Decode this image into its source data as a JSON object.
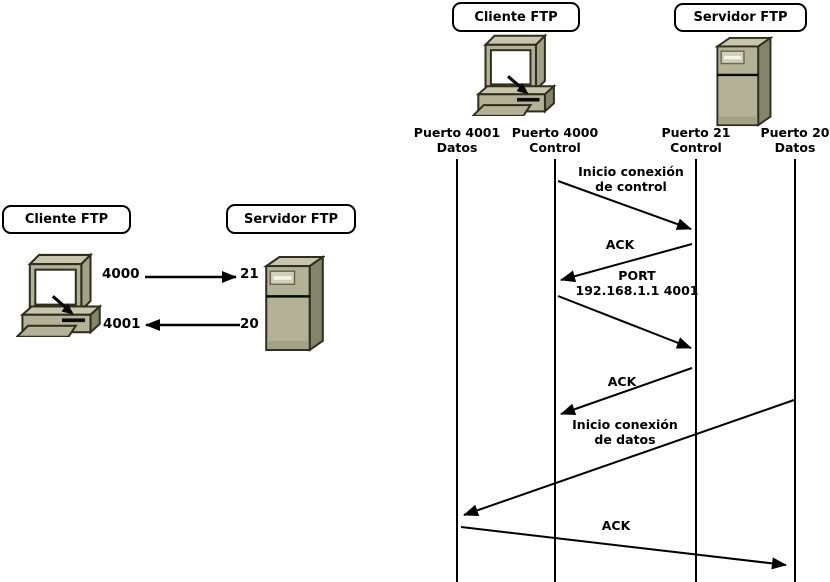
{
  "title": "FTP active mode connection diagram",
  "colors": {
    "background": "#ffffff",
    "line": "#000000",
    "box_fill": "#ffffff",
    "box_border": "#000000",
    "machine_front": "#b3b296",
    "machine_top": "#c7c6ad",
    "machine_side": "#84846a",
    "machine_outline": "#2e2d1e",
    "screen": "#ffffff"
  },
  "left_diagram": {
    "client_label": "Cliente FTP",
    "server_label": "Servidor FTP",
    "client_icon": "desktop-computer-icon",
    "server_icon": "server-tower-icon",
    "control_connection": {
      "from_port": "4000",
      "to_port": "21"
    },
    "data_connection": {
      "from_port": "4001",
      "to_port": "20"
    }
  },
  "sequence_diagram": {
    "client_label": "Cliente FTP",
    "server_label": "Servidor FTP",
    "client_icon": "desktop-computer-icon",
    "server_icon": "server-tower-icon",
    "lifelines": [
      {
        "title": "Puerto 4001",
        "subtitle": "Datos"
      },
      {
        "title": "Puerto 4000",
        "subtitle": "Control"
      },
      {
        "title": "Puerto 21",
        "subtitle": "Control"
      },
      {
        "title": "Puerto 20",
        "subtitle": "Datos"
      }
    ],
    "messages": [
      {
        "line1": "Inicio conexión",
        "line2": "de control",
        "from": "Puerto 4000",
        "to": "Puerto 21"
      },
      {
        "line1": "ACK",
        "from": "Puerto 21",
        "to": "Puerto 4000"
      },
      {
        "line1": "PORT",
        "line2": "192.168.1.1 4001",
        "from": "Puerto 4000",
        "to": "Puerto 21"
      },
      {
        "line1": "ACK",
        "from": "Puerto 21",
        "to": "Puerto 4000"
      },
      {
        "line1": "Inicio conexión",
        "line2": "de datos",
        "from": "Puerto 20",
        "to": "Puerto 4001"
      },
      {
        "line1": "ACK",
        "from": "Puerto 4001",
        "to": "Puerto 20"
      }
    ]
  }
}
